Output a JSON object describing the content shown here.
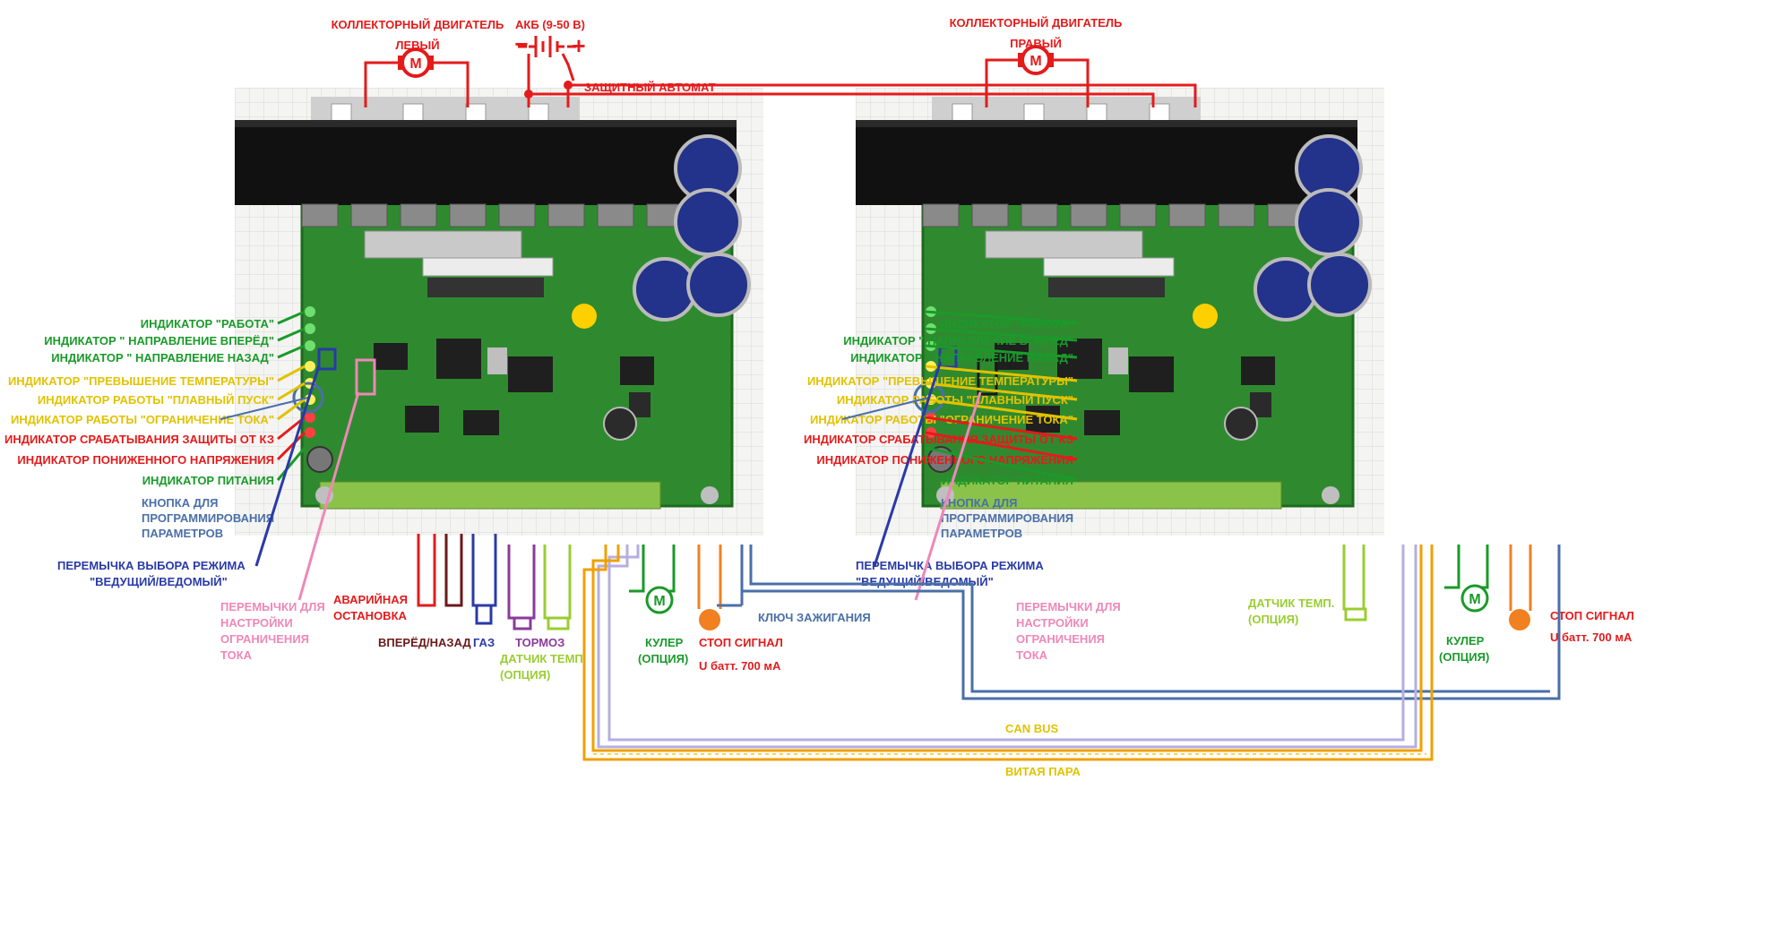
{
  "colors": {
    "red": "#e41b1b",
    "green": "#1a9a2a",
    "yellow": "#e2c200",
    "blue_dark": "#2a3aa8",
    "blue_steel": "#4a6fa8",
    "pink": "#ee88b8",
    "lime": "#9acd32",
    "violet": "#8b3a9a",
    "brown": "#6a1a1a",
    "orange": "#f08020",
    "lavender": "#b6aee0",
    "pcb": "#2f8a2f"
  },
  "top": {
    "motor_left_line1": "КОЛЛЕКТОРНЫЙ ДВИГАТЕЛЬ",
    "motor_left_line2": "ЛЕВЫЙ",
    "battery": "АКБ (9-50 В)",
    "breaker": "ЗАЩИТНЫЙ АВТОМАТ",
    "motor_right_line1": "КОЛЛЕКТОРНЫЙ ДВИГАТЕЛЬ",
    "motor_right_line2": "ПРАВЫЙ",
    "motor_symbol": "M",
    "minus": "−",
    "plus": "+"
  },
  "indicators": [
    {
      "text": "ИНДИКАТОР \"РАБОТА\"",
      "color": "green"
    },
    {
      "text": "ИНДИКАТОР \" НАПРАВЛЕНИЕ ВПЕРЁД\"",
      "color": "green"
    },
    {
      "text": "ИНДИКАТОР \" НАПРАВЛЕНИЕ НАЗАД\"",
      "color": "green"
    },
    {
      "text": "ИНДИКАТОР \"ПРЕВЫШЕНИЕ ТЕМПЕРАТУРЫ\"",
      "color": "yellow"
    },
    {
      "text": "ИНДИКАТОР РАБОТЫ \"ПЛАВНЫЙ ПУСК\"",
      "color": "yellow"
    },
    {
      "text": "ИНДИКАТОР РАБОТЫ \"ОГРАНИЧЕНИЕ ТОКА\"",
      "color": "yellow"
    },
    {
      "text": "ИНДИКАТОР СРАБАТЫВАНИЯ ЗАЩИТЫ ОТ КЗ",
      "color": "red"
    },
    {
      "text": "ИНДИКАТОР ПОНИЖЕННОГО НАПРЯЖЕНИЯ",
      "color": "red"
    },
    {
      "text": "ИНДИКАТОР ПИТАНИЯ",
      "color": "green"
    }
  ],
  "labels": {
    "button_line1": "КНОПКА ДЛЯ",
    "button_line2": "ПРОГРАММИРОВАНИЯ",
    "button_line3": "ПАРАМЕТРОВ",
    "jumper_mode_line1": "ПЕРЕМЫЧКА ВЫБОРА РЕЖИМА",
    "jumper_mode_line2": "\"ВЕДУЩИЙ/ВЕДОМЫЙ\"",
    "jumper_current_line1": "ПЕРЕМЫЧКИ ДЛЯ",
    "jumper_current_line2": "НАСТРОЙКИ",
    "jumper_current_line3": "ОГРАНИЧЕНИЯ",
    "jumper_current_line4": "ТОКА",
    "emergency_line1": "АВАРИЙНАЯ",
    "emergency_line2": "ОСТАНОВКА",
    "fwd_rev": "ВПЕРЁД/НАЗАД",
    "gas": "ГАЗ",
    "brake": "ТОРМОЗ",
    "temp_line1": "ДАТЧИК ТЕМП.",
    "temp_line2": "(ОПЦИЯ)",
    "cooler_line1": "КУЛЕР",
    "cooler_line2": "(ОПЦИЯ)",
    "stop_line1": "СТОП СИГНАЛ",
    "stop_line2": "U батт. 700 мА",
    "ignition": "КЛЮЧ ЗАЖИГАНИЯ",
    "can_bus": "CAN BUS",
    "twisted_pair": "ВИТАЯ ПАРА"
  }
}
